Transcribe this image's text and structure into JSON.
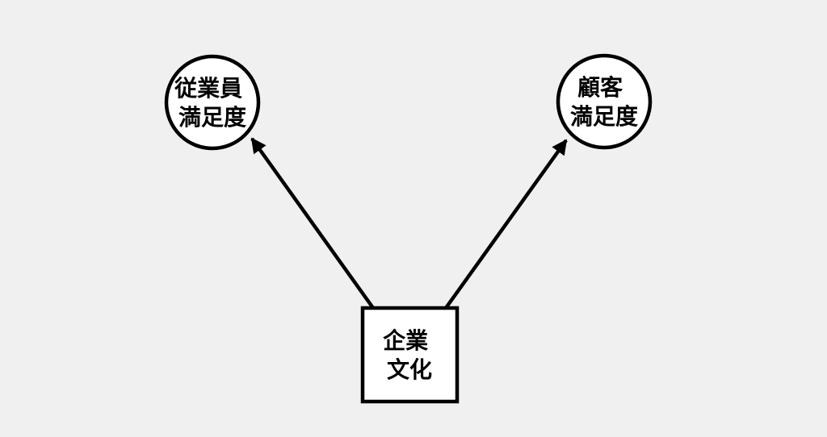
{
  "diagram": {
    "title": "corporate-culture-effect-diagram",
    "colors": {
      "background": "#f0f0f0",
      "node_fill": "#ffffff",
      "stroke": "#000000",
      "text": "#000000"
    },
    "nodes": {
      "employee_satisfaction": {
        "shape": "circle",
        "line1": "従業員",
        "line2": "満足度"
      },
      "customer_satisfaction": {
        "shape": "circle",
        "line1": "顧客",
        "line2": "満足度"
      },
      "corporate_culture": {
        "shape": "square",
        "line1": "企業",
        "line2": "文化"
      }
    },
    "edges": [
      {
        "from": "corporate_culture",
        "to": "employee_satisfaction",
        "arrow": "filled-triangle"
      },
      {
        "from": "corporate_culture",
        "to": "customer_satisfaction",
        "arrow": "filled-triangle"
      }
    ]
  }
}
